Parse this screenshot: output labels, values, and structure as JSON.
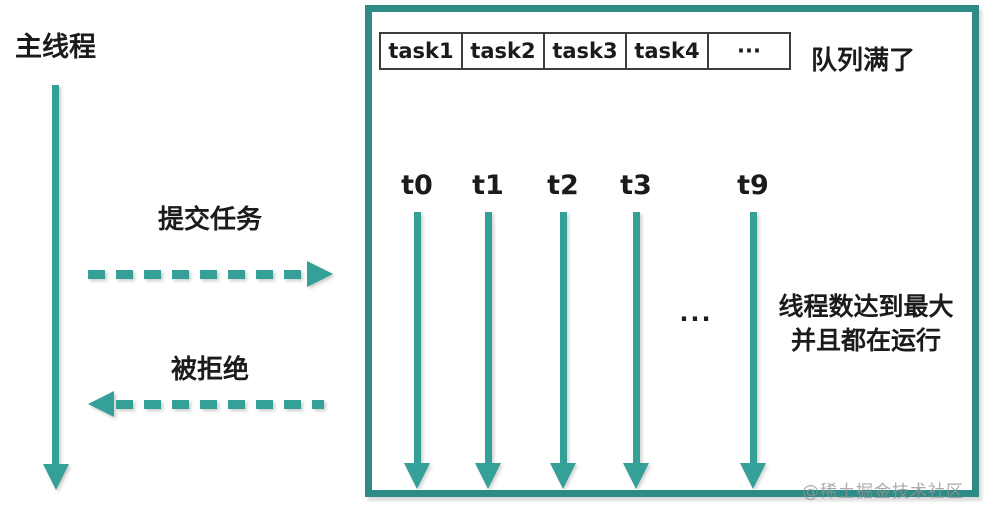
{
  "colors": {
    "accent_teal": "#35A098",
    "box_border_teal": "#2D8C85"
  },
  "main_thread": {
    "label": "主线程"
  },
  "submit_arrow": {
    "label": "提交任务"
  },
  "reject_arrow": {
    "label": "被拒绝"
  },
  "pool_box": {
    "queue": {
      "cells": [
        "task1",
        "task2",
        "task3",
        "task4",
        "···"
      ]
    },
    "queue_full_label": "队列满了",
    "threads": [
      "t0",
      "t1",
      "t2",
      "t3",
      "t9"
    ],
    "threads_ellipsis": "···",
    "max_threads_note": {
      "line1": "线程数达到最大",
      "line2": "并且都在运行"
    }
  },
  "watermark": "@稀土掘金技术社区"
}
